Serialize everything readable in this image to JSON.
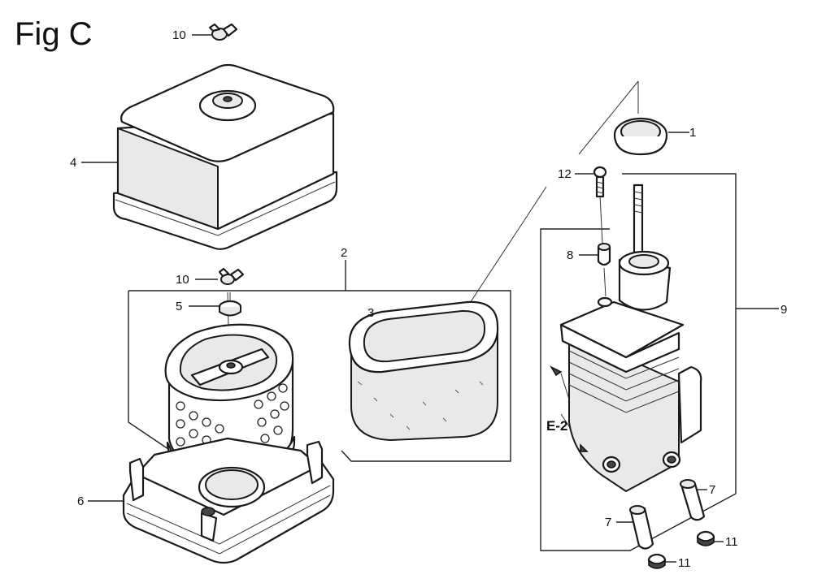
{
  "title": "Fig C",
  "ref_label": "E-2",
  "callouts": [
    {
      "id": "c1",
      "label": "1"
    },
    {
      "id": "c2",
      "label": "2"
    },
    {
      "id": "c3",
      "label": "3"
    },
    {
      "id": "c4",
      "label": "4"
    },
    {
      "id": "c5",
      "label": "5"
    },
    {
      "id": "c6",
      "label": "6"
    },
    {
      "id": "c7a",
      "label": "7"
    },
    {
      "id": "c7b",
      "label": "7"
    },
    {
      "id": "c8",
      "label": "8"
    },
    {
      "id": "c9",
      "label": "9"
    },
    {
      "id": "c10a",
      "label": "10"
    },
    {
      "id": "c10b",
      "label": "10"
    },
    {
      "id": "c11a",
      "label": "11"
    },
    {
      "id": "c11b",
      "label": "11"
    },
    {
      "id": "c12",
      "label": "12"
    }
  ]
}
